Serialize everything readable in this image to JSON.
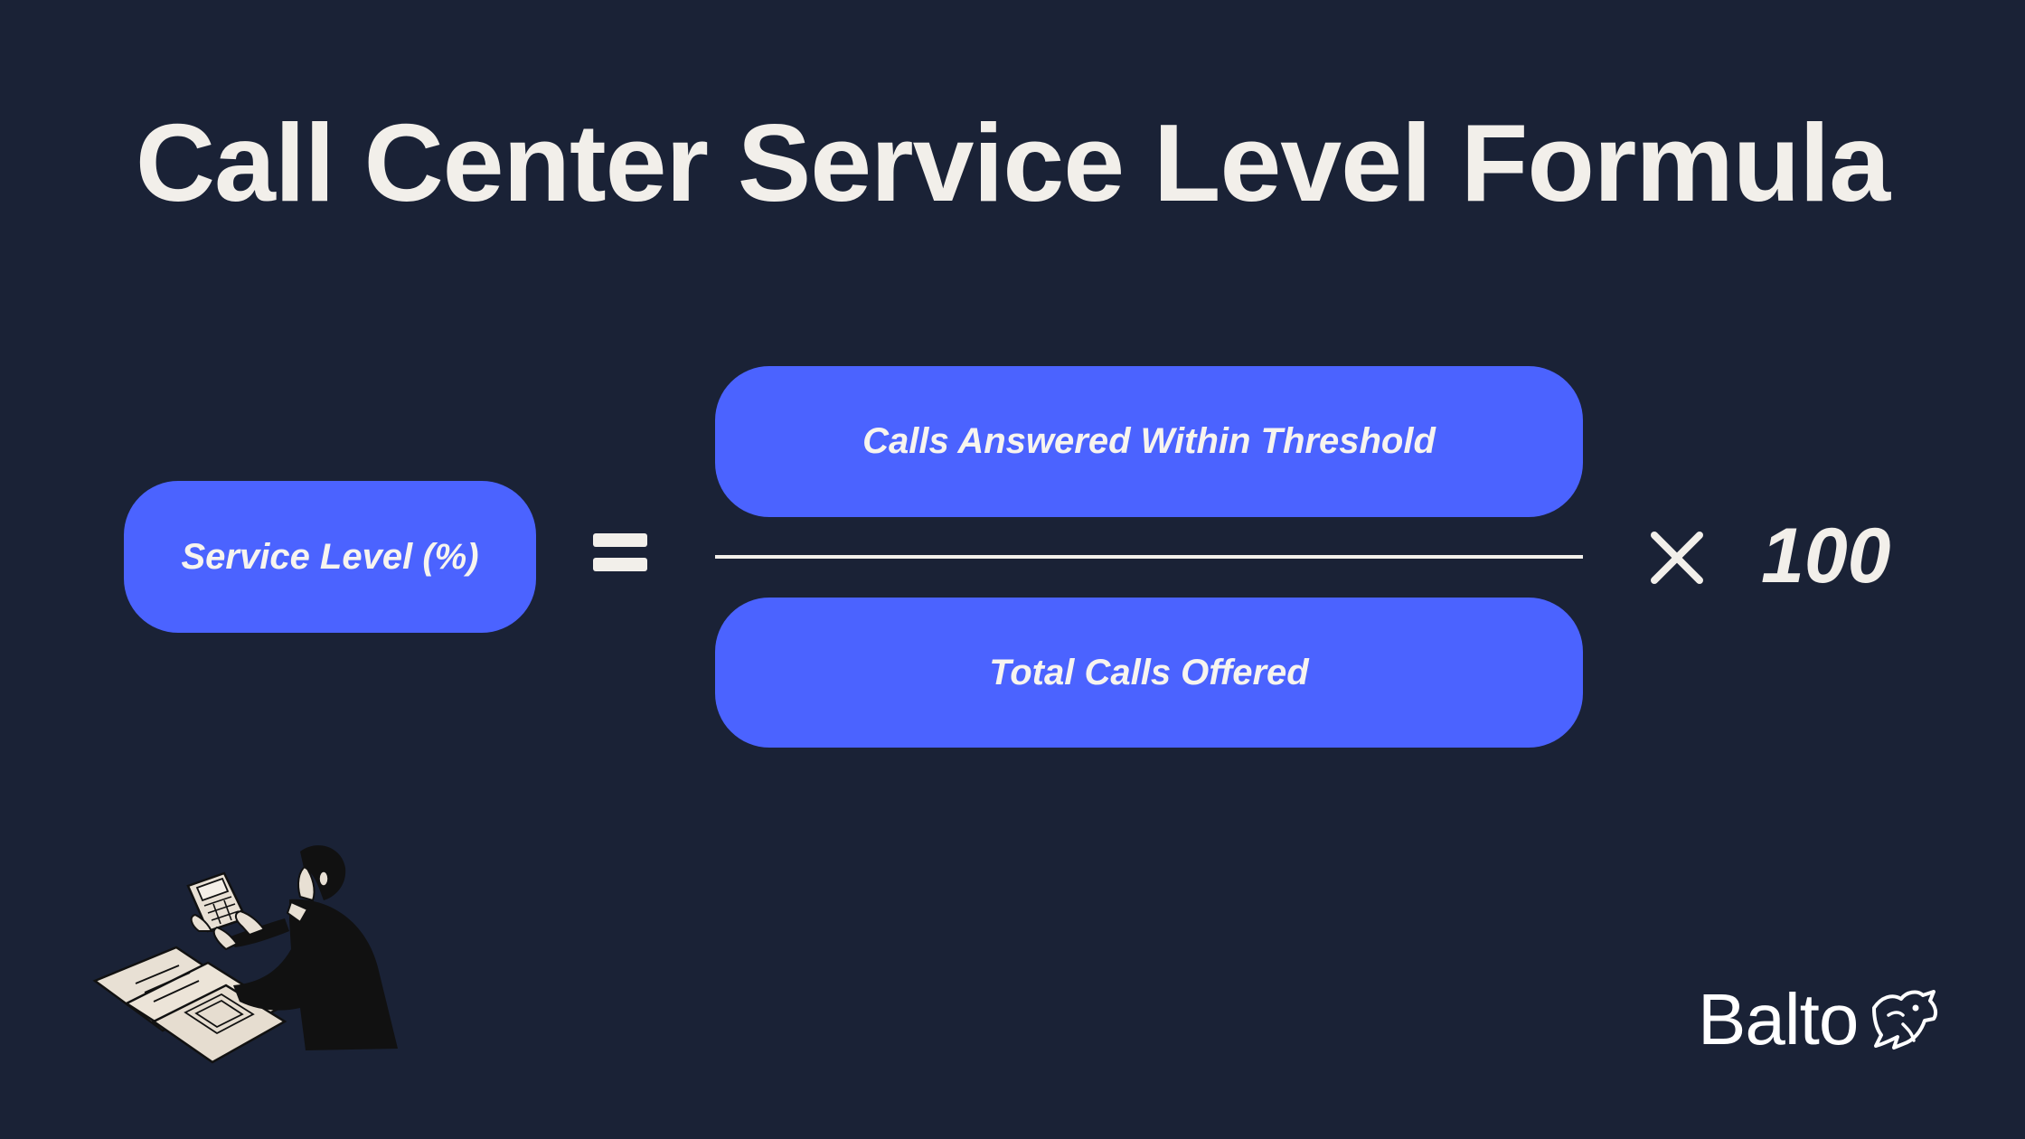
{
  "title": "Call Center Service Level Formula",
  "formula": {
    "lhs": "Service Level (%)",
    "numerator": "Calls Answered Within Threshold",
    "denominator": "Total Calls Offered",
    "multiplier": "100"
  },
  "icons": {
    "equals": "equals-sign-icon",
    "times": "multiply-sign-icon",
    "illustration": "person-with-calculator-and-papers-illustration",
    "logo_mark": "balto-dog-logo-icon"
  },
  "brand": {
    "name": "Balto"
  },
  "colors": {
    "background": "#1a2236",
    "pill": "#4b63ff",
    "text": "#f2efea"
  }
}
